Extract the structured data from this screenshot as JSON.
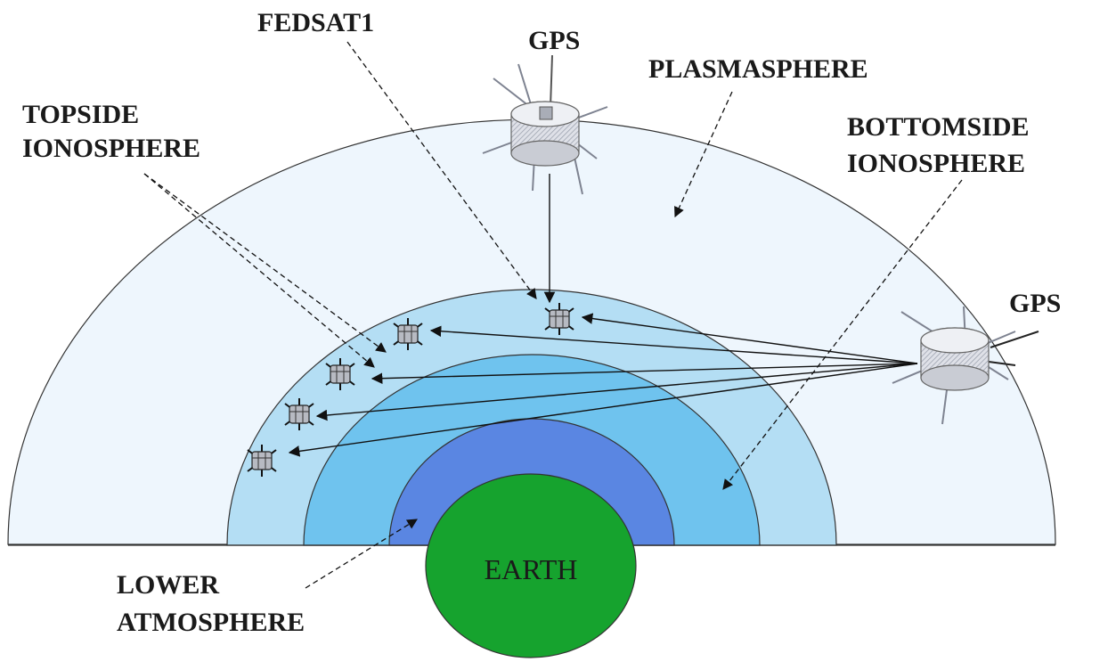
{
  "labels": {
    "fedsat": "FEDSAT1",
    "gps_top": "GPS",
    "gps_right": "GPS",
    "plasmasphere": "PLASMASPHERE",
    "topside_line1": "TOPSIDE",
    "topside_line2": "IONOSPHERE",
    "bottomside_line1": "BOTTOMSIDE",
    "bottomside_line2": "IONOSPHERE",
    "lower_line1": "LOWER",
    "lower_line2": "ATMOSPHERE",
    "earth": "EARTH"
  },
  "colors": {
    "plasmasphere": "#eef6fd",
    "topside_ionosphere": "#b4def4",
    "bottomside_ionosphere": "#6fc3ee",
    "lower_atmosphere": "#5a86e2",
    "earth": "#16a32e",
    "outline": "#333333"
  },
  "icons": {
    "gps_top": "satellite-icon",
    "gps_right": "satellite-icon",
    "fedsat": "satellite-icon"
  }
}
